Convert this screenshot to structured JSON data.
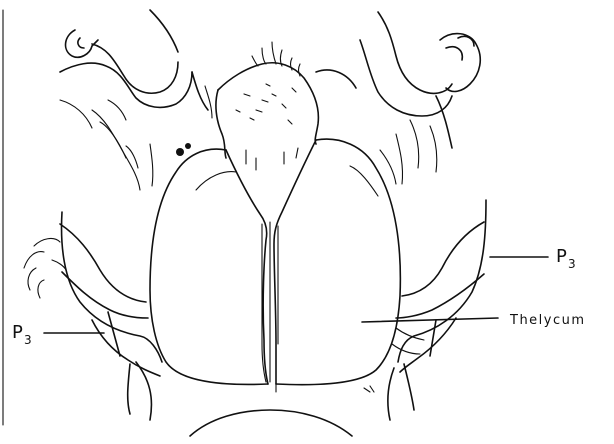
{
  "labels": {
    "p3_right": {
      "main": "P",
      "sub": "3"
    },
    "p3_left": {
      "main": "P",
      "sub": "3"
    },
    "thelycum": "Thelycum"
  }
}
